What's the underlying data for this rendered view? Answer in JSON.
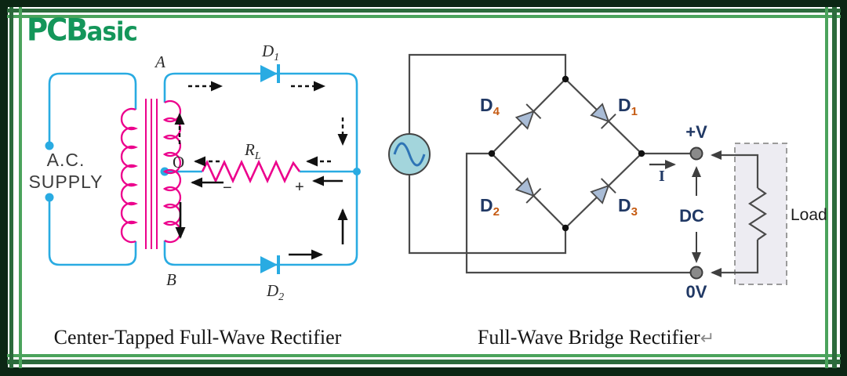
{
  "logo": {
    "text_main": "PCB",
    "text_tail": "asic",
    "color": "#14965a"
  },
  "captions": {
    "left": "Center-Tapped Full-Wave Rectifier",
    "right": "Full-Wave Bridge Rectifier",
    "return_mark": "↵"
  },
  "left_circuit": {
    "title_meaning": "Center-tapped full-wave rectifier schematic",
    "supply_line1": "A.C.",
    "supply_line2": "SUPPLY",
    "node_a": "A",
    "node_b": "B",
    "node_o": "O",
    "diode1": {
      "base": "D",
      "sub": "1"
    },
    "diode2": {
      "base": "D",
      "sub": "2"
    },
    "load_resistor": {
      "base": "R",
      "sub": "L"
    },
    "minus": "−",
    "plus": "+",
    "colors": {
      "wire": "#29abe2",
      "coil": "#ec008c",
      "arrow": "#111111"
    }
  },
  "right_circuit": {
    "title_meaning": "Full-wave bridge rectifier schematic",
    "diode1": {
      "base": "D",
      "sub": "1"
    },
    "diode2": {
      "base": "D",
      "sub": "2"
    },
    "diode3": {
      "base": "D",
      "sub": "3"
    },
    "diode4": {
      "base": "D",
      "sub": "4"
    },
    "terminal_positive": "+V",
    "terminal_negative": "0V",
    "dc_label": "DC",
    "current_label": "I",
    "load_label": "Load",
    "colors": {
      "line": "#4a4a4a",
      "diode_fill": "#a9bcd6",
      "label": "#203864",
      "subscript": "#c55a11",
      "source_fill": "#a3d5dc",
      "sine": "#2e74b5"
    }
  },
  "frame_colors": {
    "outer": "#0c2614",
    "line_dark": "#2c6b3c",
    "line_light": "#4ba35c"
  }
}
